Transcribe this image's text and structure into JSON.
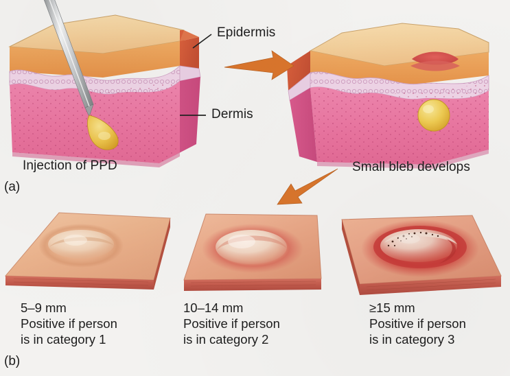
{
  "figure": {
    "title": "Tuberculin (PPD) skin test: injection, bleb formation, and induration interpretation",
    "background_color": "#f3f2f0"
  },
  "panels": [
    {
      "tag": "(a)",
      "name": "panel-a"
    },
    {
      "tag": "(b)",
      "name": "panel-b"
    }
  ],
  "panel_a": {
    "labels": [
      {
        "text": "Epidermis",
        "name": "epidermis-label"
      },
      {
        "text": "Dermis",
        "name": "dermis-label"
      }
    ],
    "captions": [
      {
        "text": "Injection of PPD",
        "name": "injection-caption"
      },
      {
        "text": "Small bleb develops",
        "name": "bleb-caption"
      }
    ],
    "arrows": [
      {
        "name": "arrow-right",
        "direction": "right",
        "color": "#d9752c"
      },
      {
        "name": "arrow-down-left",
        "direction": "down-left",
        "color": "#d9752c"
      }
    ],
    "skin_layers": [
      {
        "name": "stratum-corneum-surface",
        "color": "#f2ce9d"
      },
      {
        "name": "epidermis-band",
        "color": "#e8974f"
      },
      {
        "name": "basement-membrane",
        "color": "#e3c3d8"
      },
      {
        "name": "dermis",
        "color": "#e8739e"
      }
    ],
    "objects": [
      {
        "name": "syringe-needle",
        "color": "#c9cbcd"
      },
      {
        "name": "ppd-droplet",
        "color": "#e8bb3f"
      },
      {
        "name": "bleb-sphere",
        "color": "#ecc64a"
      },
      {
        "name": "raised-welt",
        "color": "#d2524f"
      }
    ]
  },
  "panel_b": {
    "reactions": [
      {
        "name": "reaction-category-1",
        "size": "5–9 mm",
        "line1": "Positive if person",
        "line2": "is in category 1",
        "severity": "mild",
        "skin_color": "#e9b08c",
        "induration_color": "#f2dcc4",
        "halo_color": "#dba078"
      },
      {
        "name": "reaction-category-2",
        "size": "10–14 mm",
        "line1": "Positive if person",
        "line2": "is in category 2",
        "severity": "moderate",
        "skin_color": "#e9a888",
        "induration_color": "#f3dfcf",
        "halo_color": "#d9685e"
      },
      {
        "name": "reaction-category-3",
        "size": "≥15 mm",
        "line1": "Positive if person",
        "line2": "is in category 3",
        "severity": "severe",
        "skin_color": "#e9a98a",
        "induration_color": "#f0ddd0",
        "halo_color": "#cf3f3d"
      }
    ]
  }
}
